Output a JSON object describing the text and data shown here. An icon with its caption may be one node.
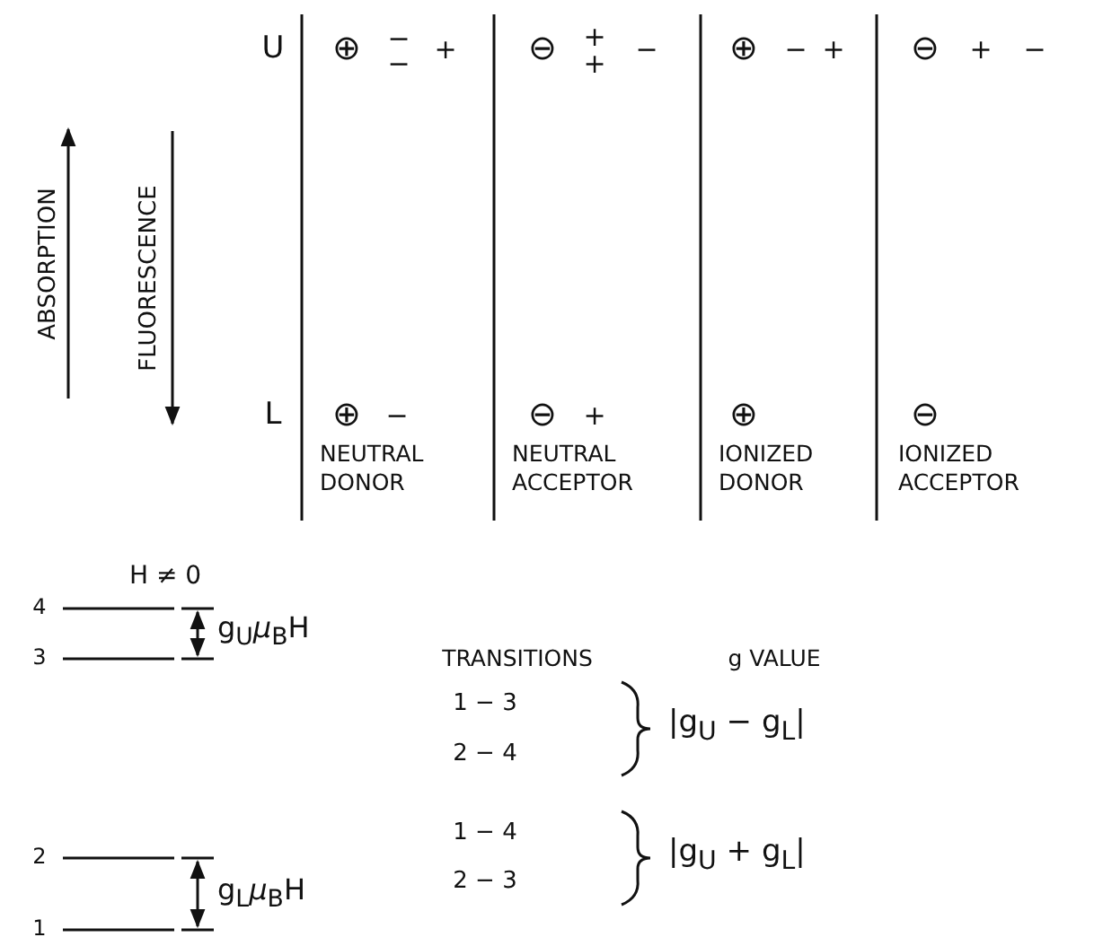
{
  "diagram": {
    "labels": [
      "U",
      "⊕",
      "−",
      "−",
      "+",
      "⊖",
      "+",
      "+",
      "−",
      "⊕",
      "−",
      "+",
      "⊖",
      "+",
      "−",
      "ABSORPTION",
      "FLUORESCENCE",
      "L",
      "⊕",
      "−",
      "⊖",
      "+",
      "⊕",
      "⊖",
      "NEUTRAL DONOR",
      "NEUTRAL ACCEPTOR",
      "IONIZED DONOR",
      "IONIZED ACCEPTOR",
      "H ≠ 0",
      "4",
      "3",
      "g$_{U}$*μ*$_{B}$H",
      "TRANSITIONS",
      "g VALUE",
      "1 − 3",
      "2 − 4",
      "|g$_{U}$ − g$_{L}$|",
      "1 − 4",
      "2 − 3",
      "|g$_{U}$ + g$_{L}$|",
      "2",
      "1",
      "g$_{L}$*μ*$_{B}$H"
    ]
  }
}
